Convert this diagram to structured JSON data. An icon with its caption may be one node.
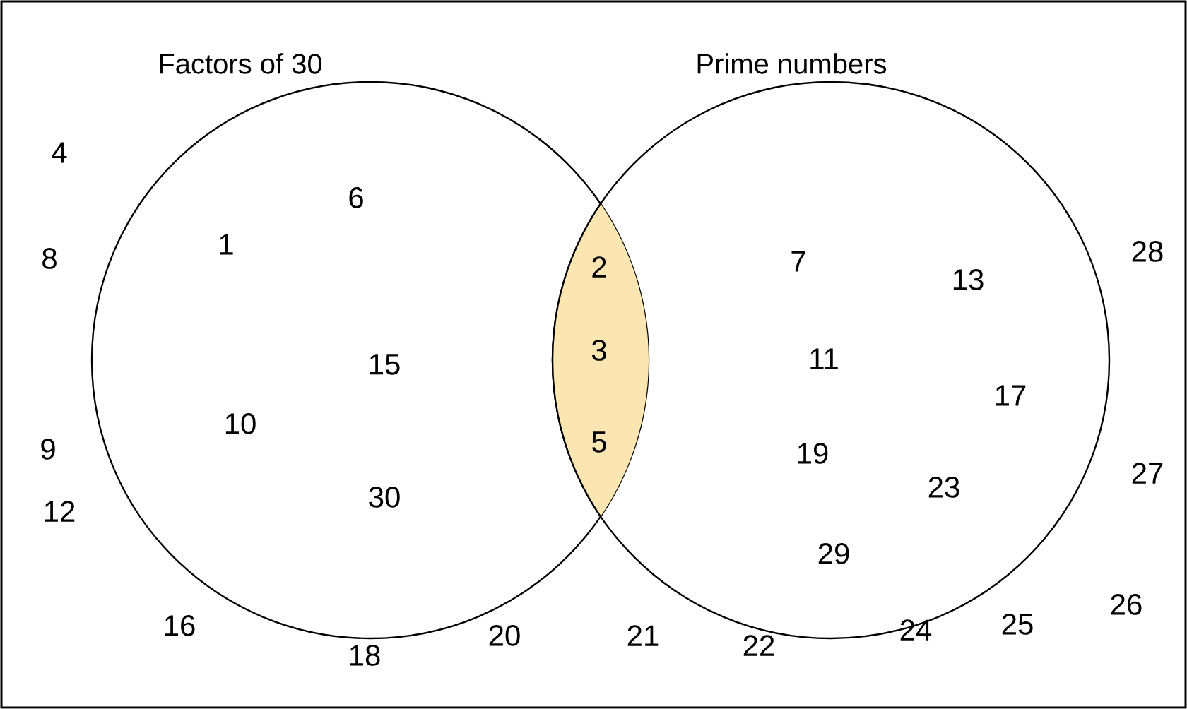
{
  "diagram": {
    "nodes": [
      {
        "text": [
          "Factors of 30",
          "6",
          "1",
          "15",
          "10",
          "30"
        ]
      },
      {
        "text": [
          "Prime numbers",
          "7",
          "13",
          "11",
          "17",
          "19",
          "23",
          "29"
        ]
      },
      {
        "text": [
          "2",
          "3",
          "5"
        ]
      }
    ],
    "labels": [
      "4",
      "8",
      "28",
      "9",
      "27",
      "12",
      "26",
      "16",
      "25",
      "24",
      "20",
      "21",
      "22",
      "18"
    ]
  }
}
